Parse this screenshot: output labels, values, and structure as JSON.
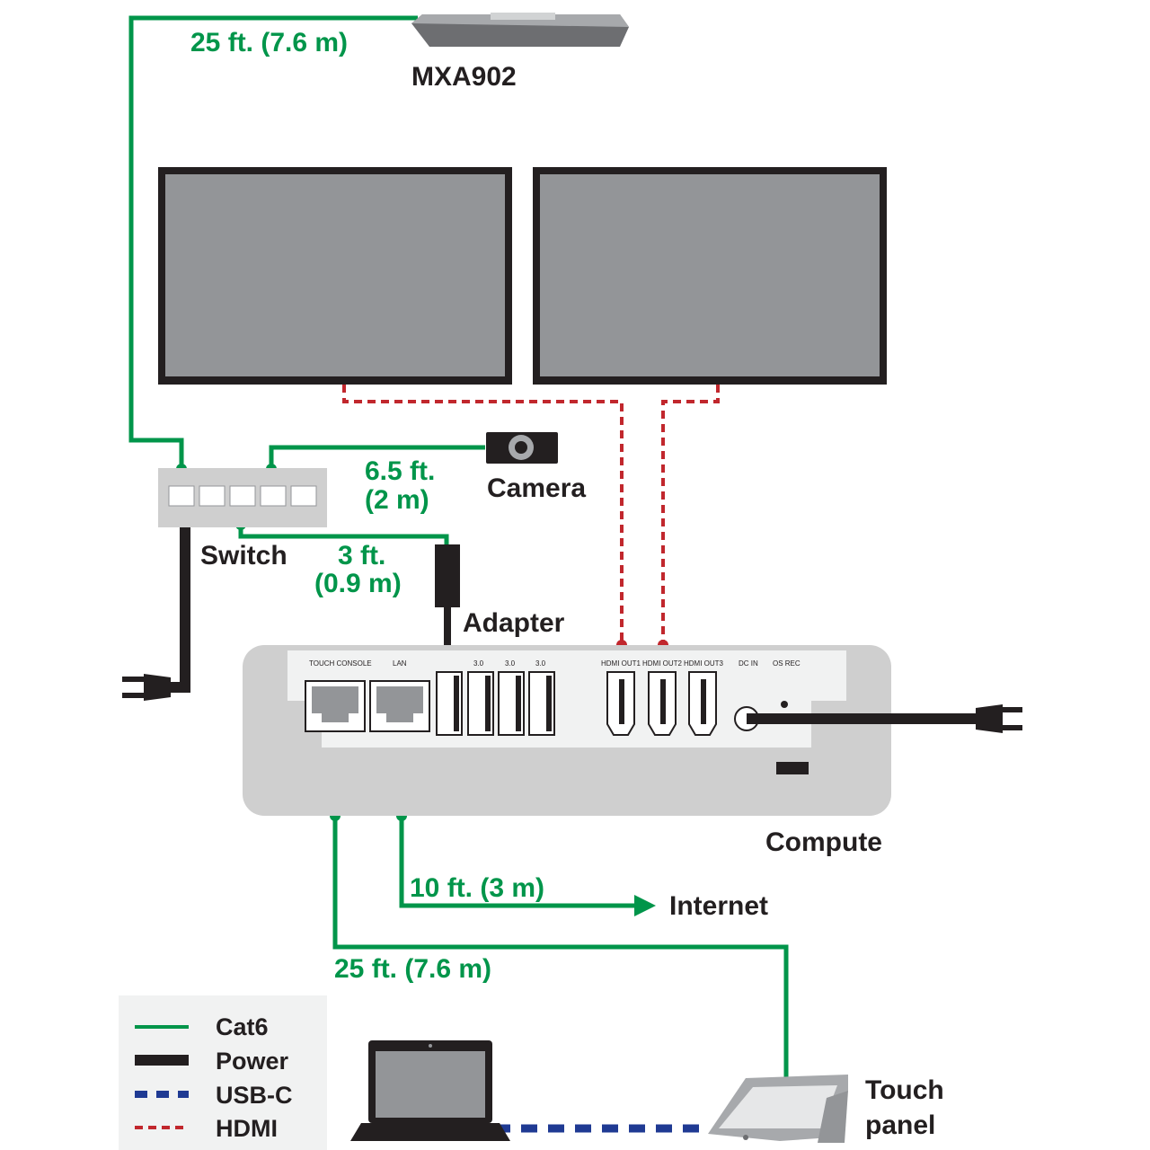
{
  "labels": {
    "mxa902": "MXA902",
    "camera": "Camera",
    "switch": "Switch",
    "adapter": "Adapter",
    "compute": "Compute",
    "internet": "Internet",
    "touch_panel_line1": "Touch",
    "touch_panel_line2": "panel"
  },
  "cable_lengths": {
    "mxa": "25 ft. (7.6 m)",
    "camera_line1": "6.5 ft.",
    "camera_line2": "(2 m)",
    "adapter_line1": "3 ft.",
    "adapter_line2": "(0.9 m)",
    "internet": "10 ft. (3 m)",
    "touch": "25 ft. (7.6 m)"
  },
  "ports": {
    "touch_console": "TOUCH CONSOLE",
    "lan": "LAN",
    "usb1": "3.0",
    "usb2": "3.0",
    "usb3": "3.0",
    "hdmi1": "HDMI OUT1",
    "hdmi2": "HDMI OUT2",
    "hdmi3": "HDMI OUT3",
    "dc_in": "DC IN",
    "os_rec": "OS REC"
  },
  "legend": [
    {
      "label": "Cat6",
      "style": "solid-green"
    },
    {
      "label": "Power",
      "style": "solid-black"
    },
    {
      "label": "USB-C",
      "style": "dashed-blue"
    },
    {
      "label": "HDMI",
      "style": "dashed-red"
    }
  ],
  "colors": {
    "cat6": "#00954a",
    "power": "#231f20",
    "usbc": "#1f3a93",
    "hdmi": "#c1272d",
    "device_gray": "#cfcfcf",
    "screen_gray": "#939598"
  },
  "icons": {
    "mxa902": "ceiling-microphone-icon",
    "camera": "camera-icon",
    "switch": "network-switch-icon",
    "adapter": "usb-adapter-icon",
    "power_plug": "power-plug-icon",
    "laptop": "laptop-icon",
    "touch_panel": "touch-panel-icon",
    "arrow": "arrow-right-icon"
  }
}
